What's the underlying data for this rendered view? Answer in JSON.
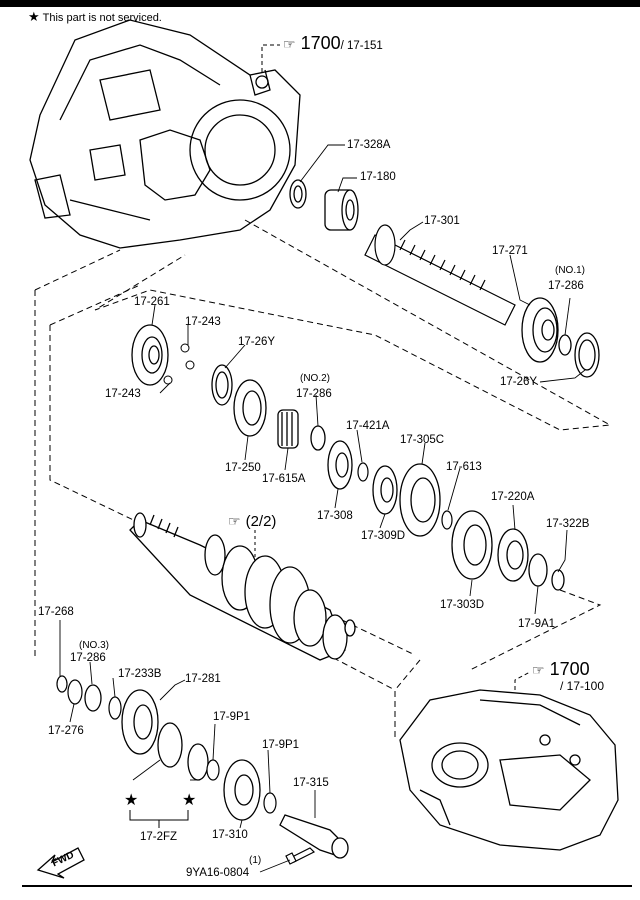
{
  "note": {
    "star": "★",
    "text": "This part is not serviced."
  },
  "references": [
    {
      "id": "ref-top",
      "main": "1700",
      "sub": "/ 17-151"
    },
    {
      "id": "ref-right-main",
      "main": "1700",
      "sub": ""
    },
    {
      "id": "ref-right-sub",
      "main": "",
      "sub": "/ 17-100"
    },
    {
      "id": "ref-shaft",
      "main": "(2/2)",
      "sub": ""
    }
  ],
  "labels": [
    "17-328A",
    "17-180",
    "17-301",
    "17-271",
    "(NO.1)",
    "17-286",
    "17-26Y",
    "17-261",
    "17-243",
    "17-26Y",
    "17-243",
    "(NO.2)",
    "17-286",
    "17-421A",
    "17-305C",
    "17-613",
    "17-250",
    "17-615A",
    "17-308",
    "17-309D",
    "17-220A",
    "17-322B",
    "17-303D",
    "17-9A1",
    "17-268",
    "(NO.3)",
    "17-286",
    "17-233B",
    "17-281",
    "17-276",
    "17-9P1",
    "17-9P1",
    "17-315",
    "17-310",
    "17-2FZ",
    "(1)",
    "9YA16-0804"
  ],
  "fwd_label": "FWD",
  "star_marks": [
    "★",
    "★"
  ]
}
